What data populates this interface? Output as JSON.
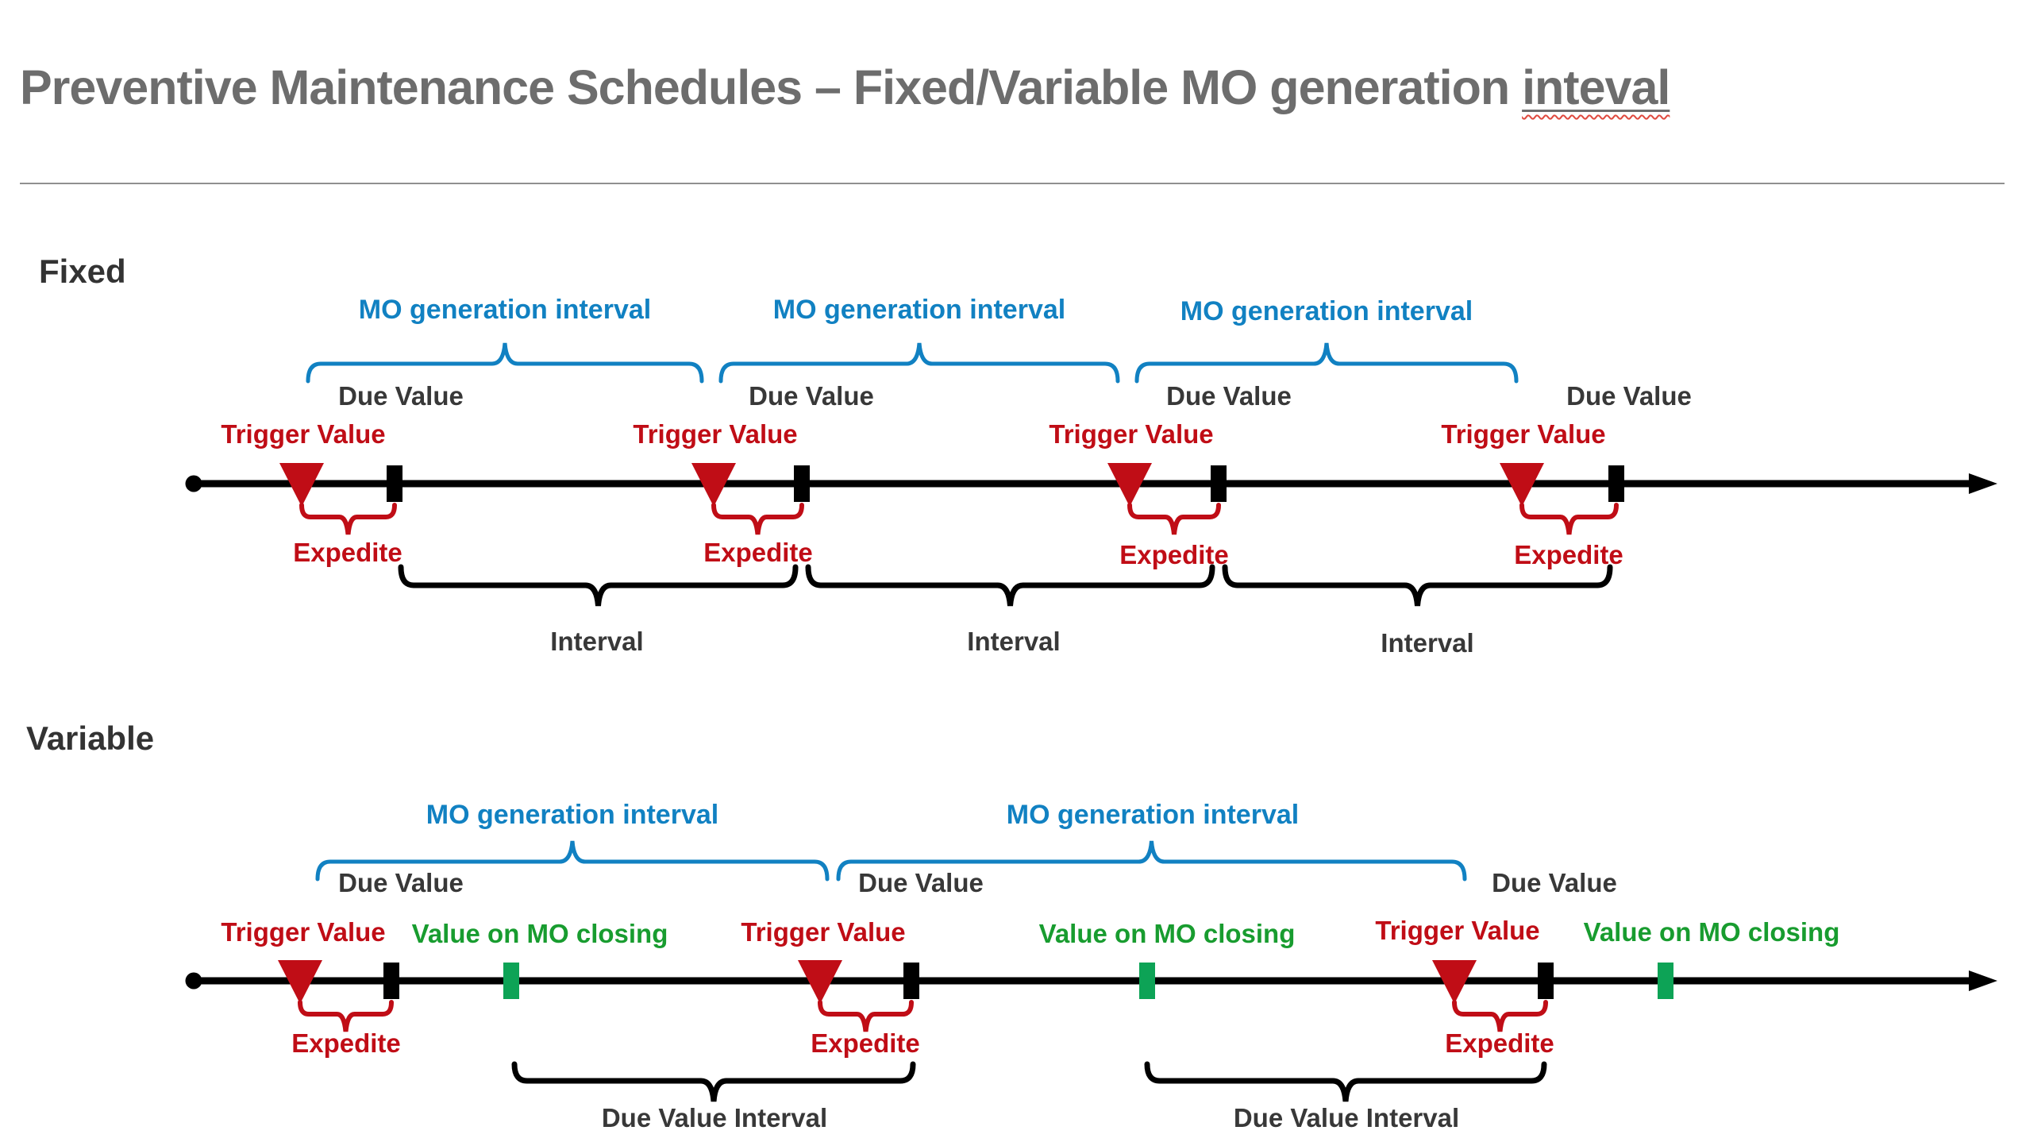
{
  "title": {
    "prefix": "Preventive Maintenance Schedules – Fixed/Variable MO generation ",
    "misspelled_word": "inteval"
  },
  "colors": {
    "title_gray": "#6d6d6d",
    "label_dark": "#383838",
    "accent_red": "#c00d16",
    "accent_blue": "#1181c2",
    "green_text": "#189c2f",
    "green_marker": "#0da356",
    "timeline_black": "#000000",
    "divider_gray": "#909090",
    "spellcheck_squiggle": "#e04a3f"
  },
  "fixed": {
    "section_label": "Fixed",
    "mo_generation_labels": [
      "MO generation interval",
      "MO generation interval",
      "MO generation interval"
    ],
    "due_value_labels": [
      "Due Value",
      "Due Value",
      "Due Value",
      "Due Value"
    ],
    "trigger_value_labels": [
      "Trigger Value",
      "Trigger Value",
      "Trigger Value",
      "Trigger Value"
    ],
    "expedite_labels": [
      "Expedite",
      "Expedite",
      "Expedite",
      "Expedite"
    ],
    "interval_labels": [
      "Interval",
      "Interval",
      "Interval"
    ]
  },
  "variable": {
    "section_label": "Variable",
    "mo_generation_labels": [
      "MO generation interval",
      "MO generation interval"
    ],
    "due_value_labels": [
      "Due Value",
      "Due Value",
      "Due Value"
    ],
    "trigger_value_labels": [
      "Trigger Value",
      "Trigger Value",
      "Trigger Value"
    ],
    "value_on_mo_closing_labels": [
      "Value on MO closing",
      "Value on MO closing",
      "Value on MO closing"
    ],
    "expedite_labels": [
      "Expedite",
      "Expedite",
      "Expedite"
    ],
    "due_value_interval_labels": [
      "Due Value Interval",
      "Due Value Interval"
    ]
  }
}
